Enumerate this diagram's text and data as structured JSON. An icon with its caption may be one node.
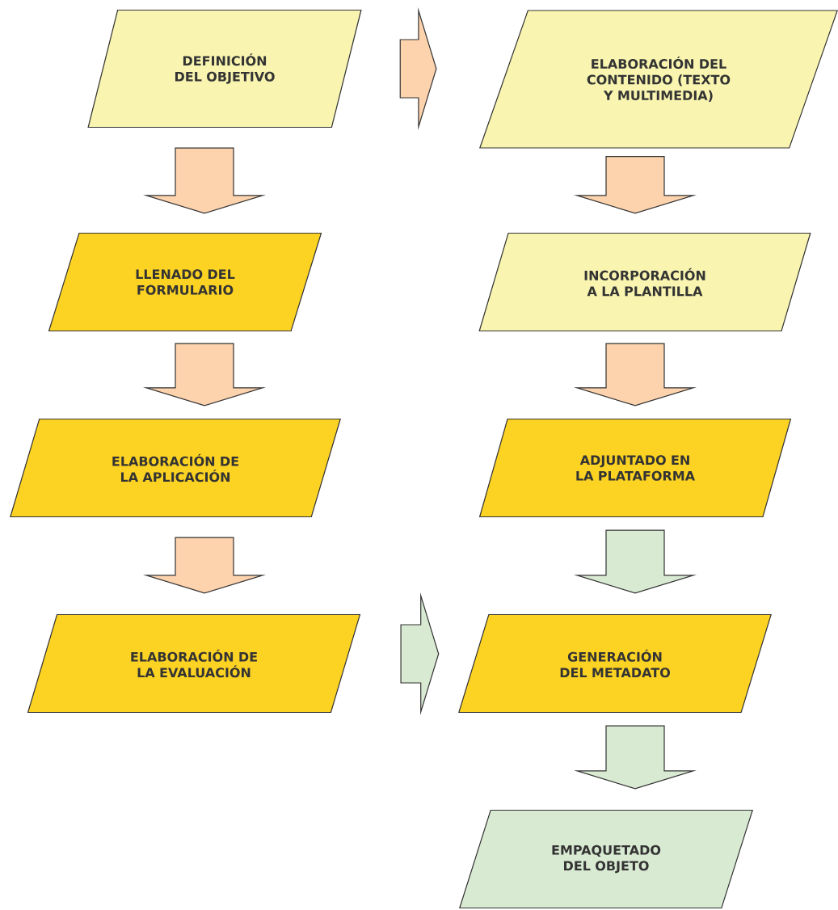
{
  "diagram": {
    "nodes": [
      {
        "text": [
          "DEFINICIÓN DEL OBJETIVO"
        ]
      },
      {
        "text": [
          "LLENADO DEL FORMULARIO"
        ]
      },
      {
        "text": [
          "ELABORACIÓN DE LA APLICACIÓN"
        ]
      },
      {
        "text": [
          "ELABORACIÓN DE LA EVALUACIÓN"
        ]
      },
      {
        "text": [
          "ELABORACIÓN DEL CONTENIDO (TEXTO Y MULTIMEDIA)"
        ]
      },
      {
        "text": [
          "INCORPORACIÓN A LA PLANTILLA"
        ]
      },
      {
        "text": [
          "ADJUNTADO EN LA PLATAFORMA"
        ]
      },
      {
        "text": [
          "GENERACIÓN DEL METADATO"
        ]
      },
      {
        "text": [
          "EMPAQUETADO DEL OBJETO"
        ]
      }
    ],
    "edges": [
      {
        "from": 0,
        "to": 1,
        "arrow": "to"
      },
      {
        "from": 1,
        "to": 2,
        "arrow": "to"
      },
      {
        "from": 2,
        "to": 3,
        "arrow": "to"
      },
      {
        "from": 0,
        "to": 4,
        "arrow": "to"
      },
      {
        "from": 4,
        "to": 5,
        "arrow": "to"
      },
      {
        "from": 5,
        "to": 6,
        "arrow": "to"
      },
      {
        "from": 6,
        "to": 7,
        "arrow": "to",
        "color": "#d9ead3"
      },
      {
        "from": 3,
        "to": 7,
        "arrow": "to",
        "color": "#d9ead3"
      },
      {
        "from": 7,
        "to": 8,
        "arrow": "to",
        "color": "#d9ead3"
      }
    ]
  }
}
